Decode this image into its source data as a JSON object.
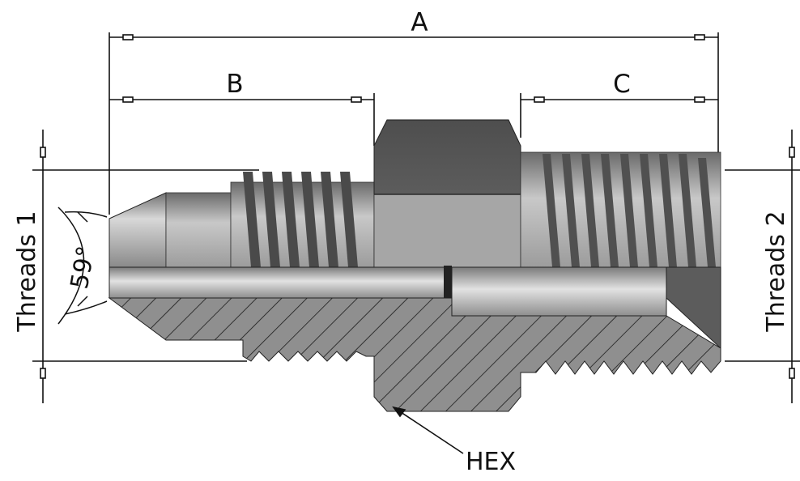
{
  "labels": {
    "dimension_a": "A",
    "dimension_b": "B",
    "dimension_c": "C",
    "threads_1": "Threads 1",
    "threads_2": "Threads 2",
    "angle": "59°",
    "hex": "HEX"
  },
  "colors": {
    "line": "#111111",
    "metal_light": "#c9c9c9",
    "metal_mid": "#9a9a9a",
    "metal_dark": "#5e5e5e",
    "section_fill": "#8c8c8c",
    "background": "#ffffff"
  }
}
